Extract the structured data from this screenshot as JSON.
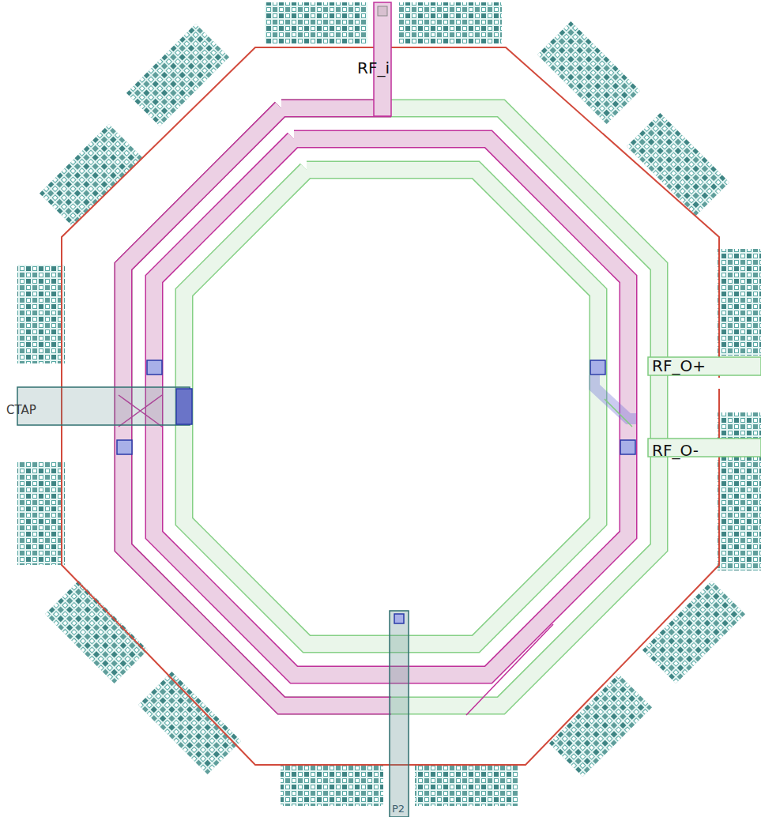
{
  "diagram": {
    "labels": [
      "RF_i",
      "CTAP",
      "RF_O+",
      "RF_O-",
      "P2"
    ]
  }
}
